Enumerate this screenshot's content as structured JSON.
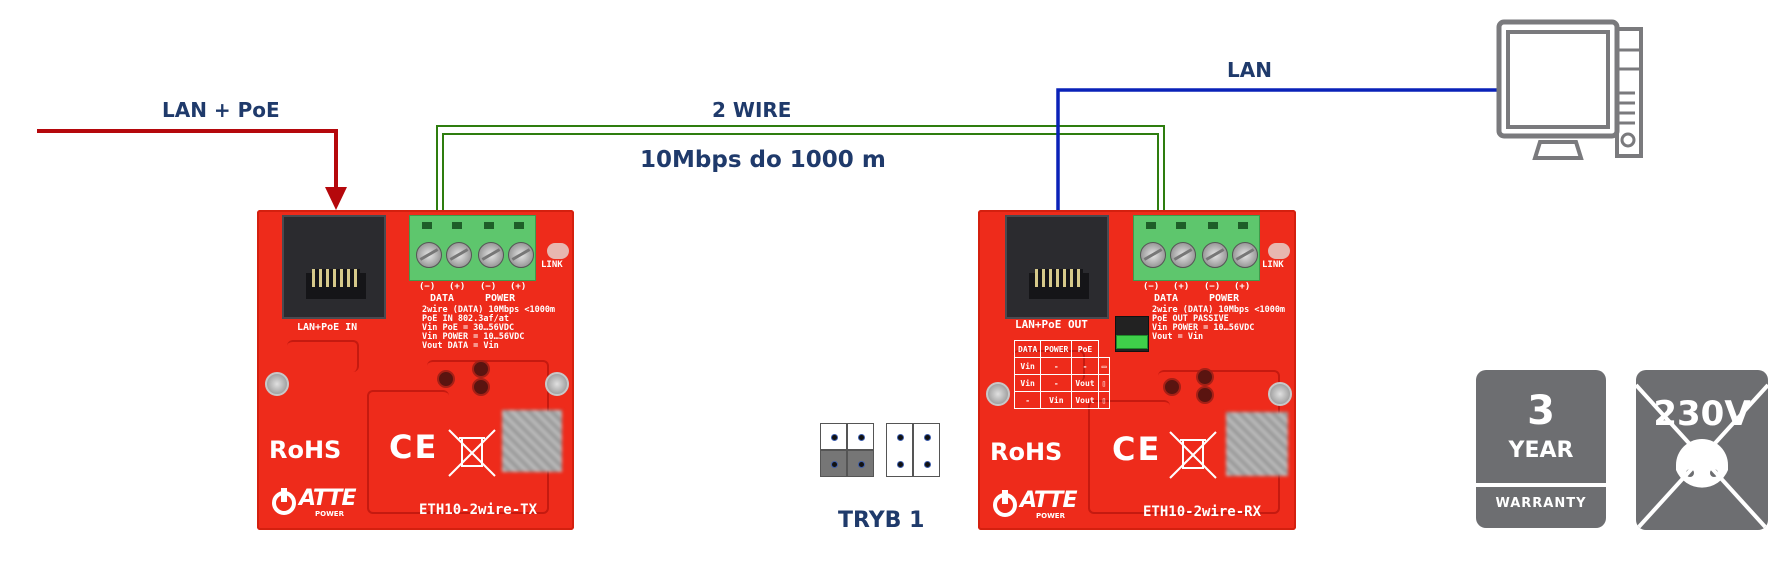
{
  "labels": {
    "lan_poe": "LAN + PoE",
    "two_wire": "2 WIRE",
    "speed": "10Mbps do 1000 m",
    "lan": "LAN",
    "mode": "TRYB 1"
  },
  "colors": {
    "lan_poe_line": "#b5080c",
    "two_wire_line": "#2e7d0f",
    "lan_line": "#0a22b8",
    "label_text": "#1f3a6b",
    "pcb": "#ee2b1b",
    "icon_gray": "#6d6e71"
  },
  "tx_board": {
    "port_label": "LAN+PoE IN",
    "terminal_polarity": [
      "(−)",
      "(+)",
      "(−)",
      "(+)"
    ],
    "terminal_groups": [
      "DATA",
      "POWER"
    ],
    "led_label": "LINK",
    "specs": [
      "2wire (DATA) 10Mbps <1000m",
      "PoE IN 802.3af/at",
      "Vin PoE = 30…56VDC",
      "Vin POWER = 10…56VDC",
      "Vout DATA = Vin"
    ],
    "rohs": "RoHS",
    "ce": "CE",
    "brand": "ATTE",
    "brand_sub": "POWER",
    "model": "ETH10-2wire-TX"
  },
  "rx_board": {
    "port_label": "LAN+PoE OUT",
    "terminal_polarity": [
      "(−)",
      "(+)",
      "(−)",
      "(+)"
    ],
    "terminal_groups": [
      "DATA",
      "POWER"
    ],
    "led_label": "LINK",
    "specs": [
      "2wire (DATA) 10Mbps <1000m",
      "PoE OUT PASSIVE",
      "Vin POWER = 10…56VDC",
      "Vout = Vin"
    ],
    "mode_table": {
      "headers": [
        "DATA",
        "POWER",
        "PoE"
      ],
      "rows": [
        [
          "Vin",
          "-",
          "-"
        ],
        [
          "Vin",
          "-",
          "Vout"
        ],
        [
          "-",
          "Vin",
          "Vout"
        ]
      ]
    },
    "rohs": "RoHS",
    "ce": "CE",
    "brand": "ATTE",
    "brand_sub": "POWER",
    "model": "ETH10-2wire-RX"
  },
  "jumper_diagram": {
    "shorted_row": "bottom",
    "caption": "TRYB 1"
  },
  "badges": {
    "warranty_number": "3",
    "warranty_year": "YEAR",
    "warranty_label": "WARRANTY",
    "no_230v": "230V"
  },
  "icons": {
    "computer": "desktop-computer-icon",
    "warranty": "warranty-badge-icon",
    "no_mains": "no-230v-icon"
  }
}
